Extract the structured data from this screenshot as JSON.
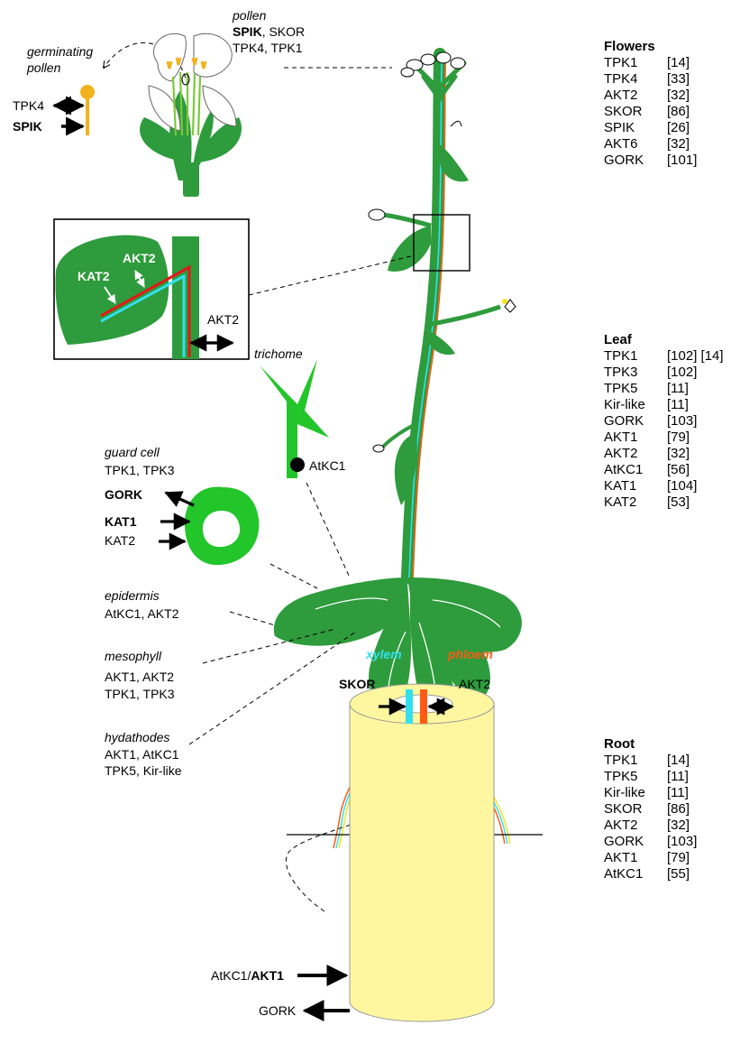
{
  "pollen_block": {
    "title": "pollen",
    "line1_bold": "SPIK",
    "line1_rest": ", SKOR",
    "line2": "TPK4, TPK1"
  },
  "germinating_pollen": {
    "line1": "germinating",
    "line2": "pollen",
    "tpk4": "TPK4",
    "spik": "SPIK"
  },
  "inset": {
    "akt2_top": "AKT2",
    "kat2": "KAT2",
    "akt2_right": "AKT2"
  },
  "trichome": {
    "title": "trichome",
    "channel": "AtKC1"
  },
  "guard_cell": {
    "title": "guard cell",
    "line1": "TPK1, TPK3",
    "gork": "GORK",
    "kat1": "KAT1",
    "kat2": "KAT2"
  },
  "epidermis": {
    "title": "epidermis",
    "line1": "AtKC1, AKT2"
  },
  "mesophyll": {
    "title": "mesophyll",
    "line1": "AKT1, AKT2",
    "line2": "TPK1, TPK3"
  },
  "hydathodes": {
    "title": "hydathodes",
    "line1": "AKT1, AtKC1",
    "line2": "TPK5, Kir-like"
  },
  "root_section": {
    "xylem": "xylem",
    "phloem": "phloem",
    "skor": "SKOR",
    "akt2": "AKT2",
    "atkc1_prefix": "AtKC1/",
    "akt1_bold": "AKT1",
    "gork": "GORK"
  },
  "tables": {
    "flowers": {
      "title": "Flowers",
      "rows": [
        {
          "gene": "TPK1",
          "ref": "[14]"
        },
        {
          "gene": "TPK4",
          "ref": "[33]"
        },
        {
          "gene": "AKT2",
          "ref": "[32]"
        },
        {
          "gene": "SKOR",
          "ref": "[86]"
        },
        {
          "gene": "SPIK",
          "ref": "[26]"
        },
        {
          "gene": "AKT6",
          "ref": "[32]"
        },
        {
          "gene": "GORK",
          "ref": "[101]"
        }
      ]
    },
    "leaf": {
      "title": "Leaf",
      "rows": [
        {
          "gene": "TPK1",
          "ref": "[102] [14]"
        },
        {
          "gene": "TPK3",
          "ref": "[102]"
        },
        {
          "gene": "TPK5",
          "ref": "[11]"
        },
        {
          "gene": "Kir-like",
          "ref": "[11]"
        },
        {
          "gene": "GORK",
          "ref": "[103]"
        },
        {
          "gene": "AKT1",
          "ref": "[79]"
        },
        {
          "gene": "AKT2",
          "ref": "[32]"
        },
        {
          "gene": "AtKC1",
          "ref": "[56]"
        },
        {
          "gene": "KAT1",
          "ref": "[104]"
        },
        {
          "gene": "KAT2",
          "ref": "[53]"
        }
      ]
    },
    "root": {
      "title": "Root",
      "rows": [
        {
          "gene": "TPK1",
          "ref": "[14]"
        },
        {
          "gene": "TPK5",
          "ref": "[11]"
        },
        {
          "gene": "Kir-like",
          "ref": "[11]"
        },
        {
          "gene": "SKOR",
          "ref": "[86]"
        },
        {
          "gene": "AKT2",
          "ref": "[32]"
        },
        {
          "gene": "GORK",
          "ref": "[103]"
        },
        {
          "gene": "AKT1",
          "ref": "[79]"
        },
        {
          "gene": "AtKC1",
          "ref": "[55]"
        }
      ]
    }
  },
  "colors": {
    "leaf_green": "#2e9b3c",
    "bright_green": "#22c52a",
    "xylem_cyan": "#33e0f0",
    "phloem_orange": "#ff5a14",
    "pollen_yellow": "#f2b21b",
    "root_yellow": "#fff7a0"
  }
}
